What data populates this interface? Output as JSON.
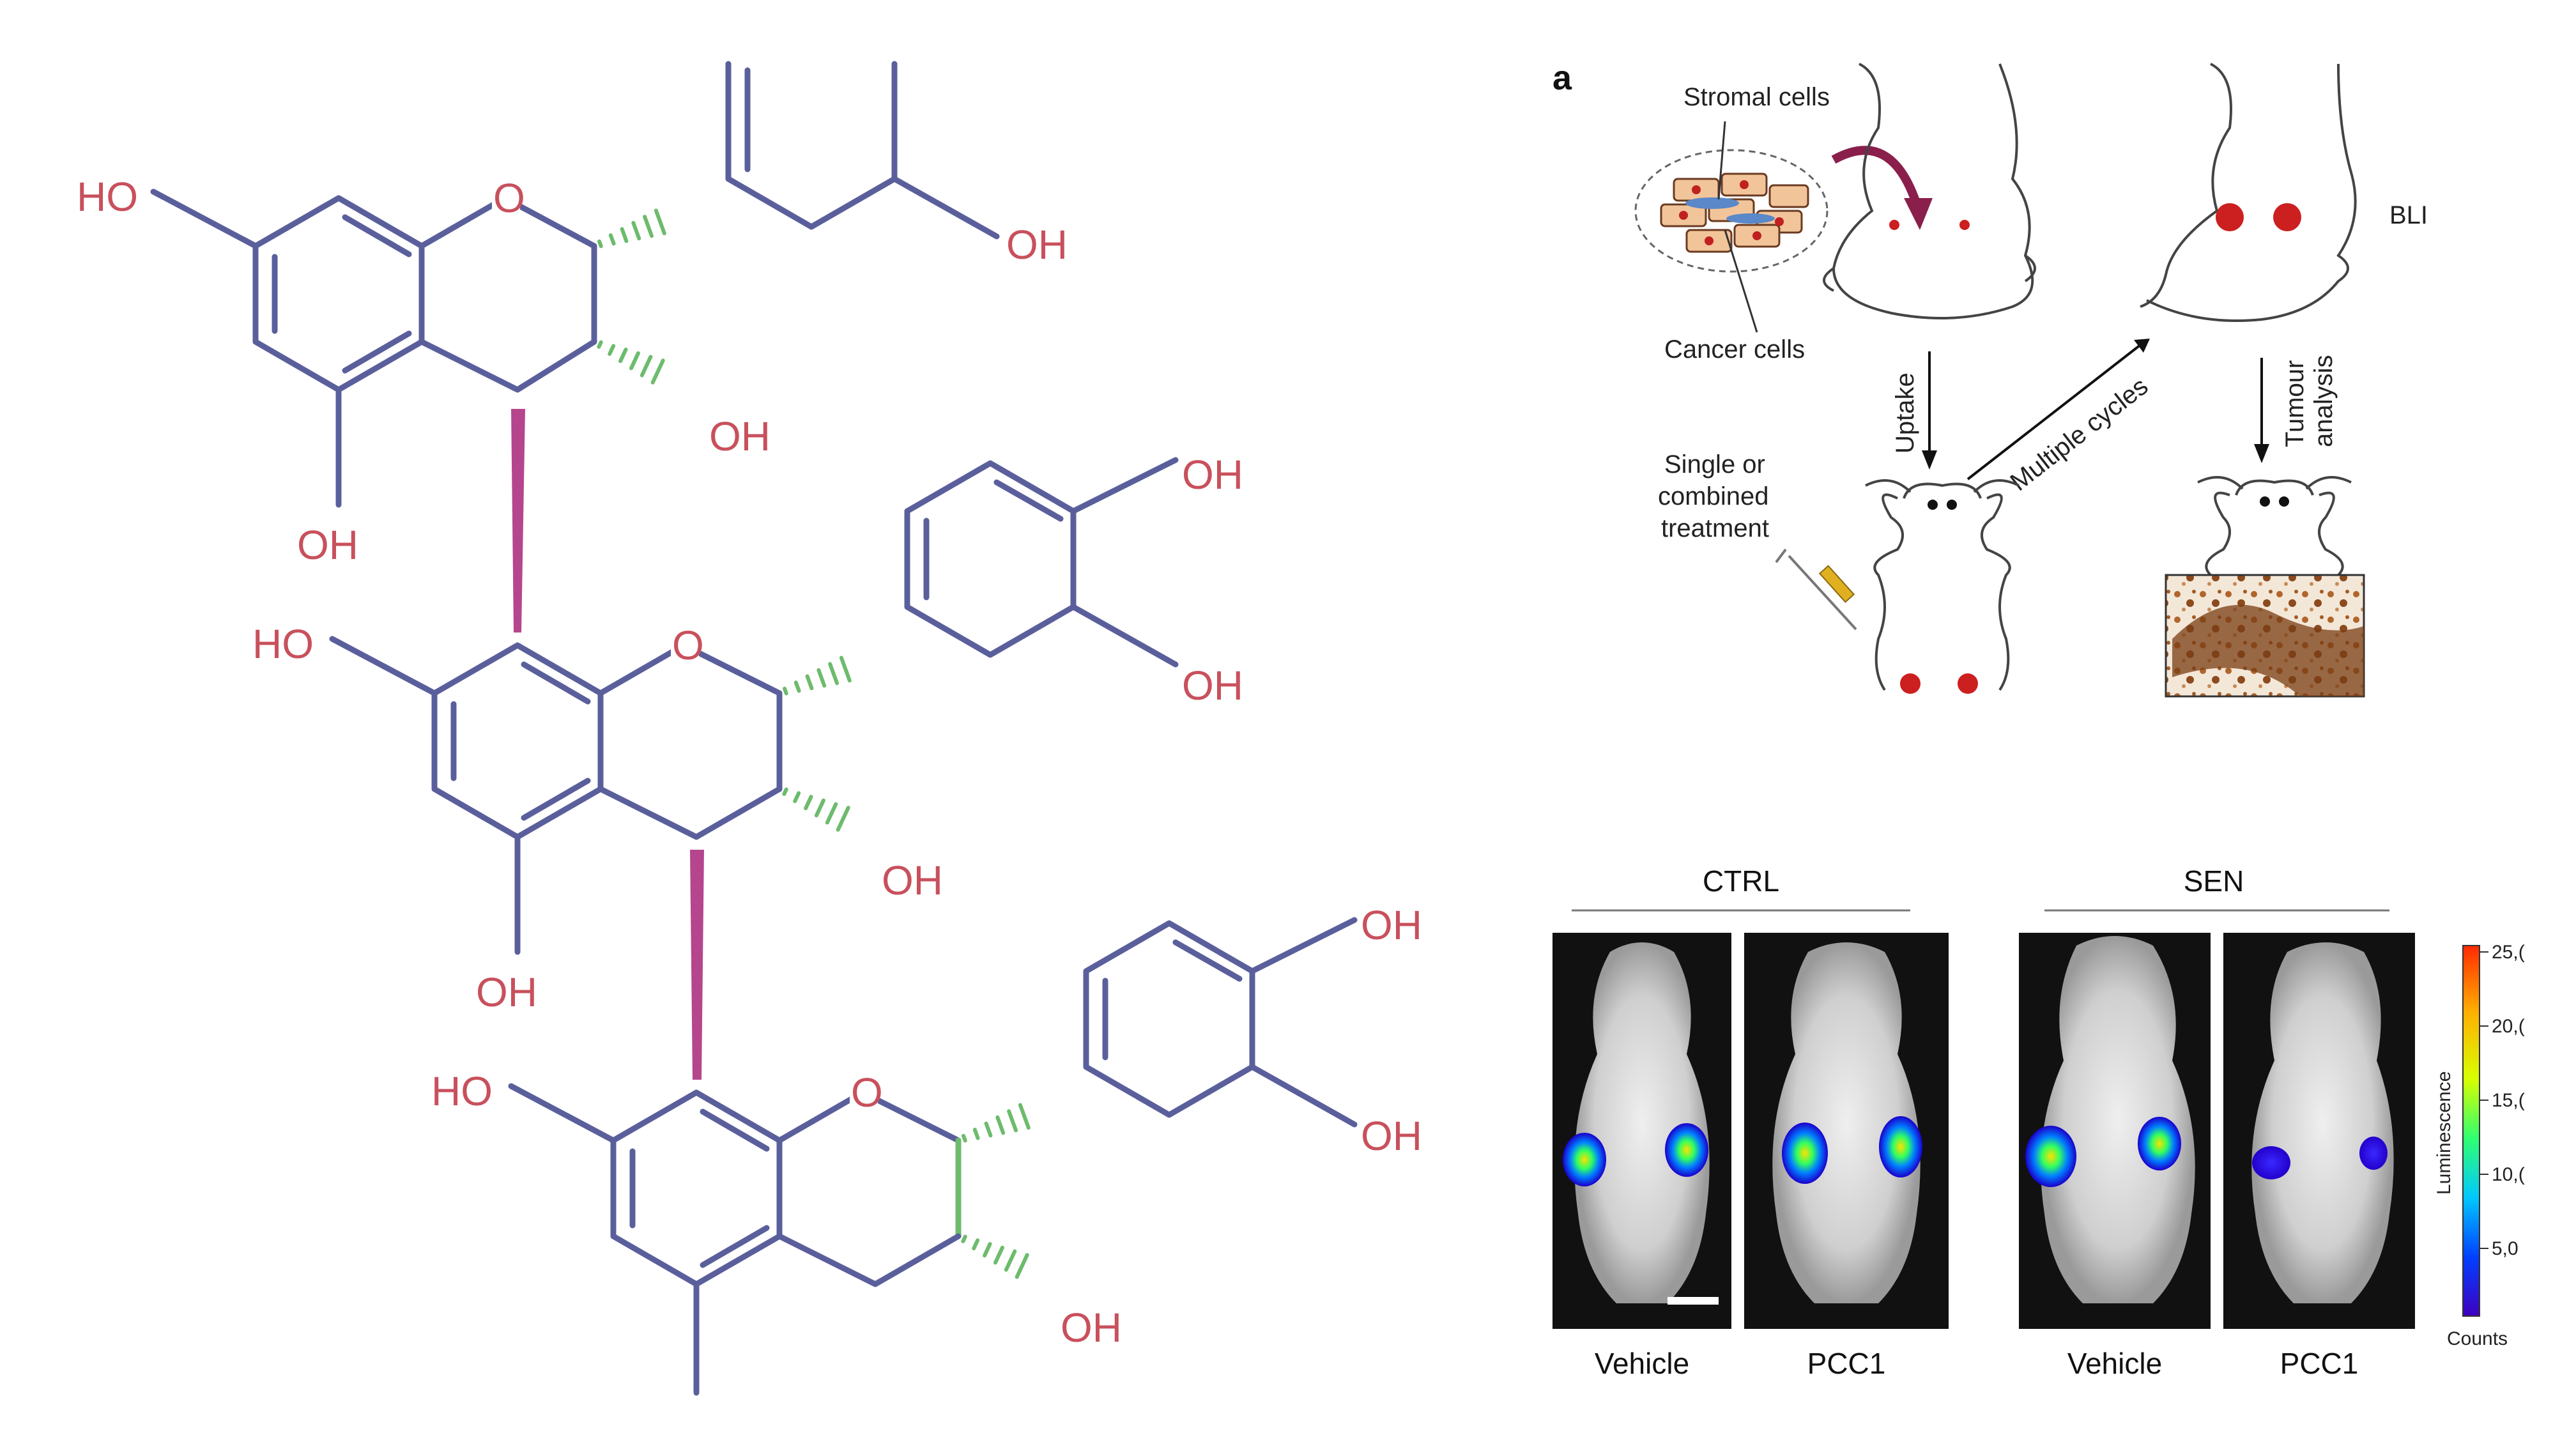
{
  "structure": {
    "atom_labels": {
      "hydroxyl": "HO",
      "hydroxyl_right": "OH",
      "ring_oxygen": "O"
    }
  },
  "panel_a": {
    "letter": "a",
    "labels": {
      "stromal": "Stromal cells",
      "cancer": "Cancer cells",
      "uptake": "Uptake",
      "multiple": "Multiple cycles",
      "tumour_line1": "Tumour",
      "tumour_line2": "analysis",
      "treatment_line1": "Single or",
      "treatment_line2": "combined",
      "treatment_line3": "treatment",
      "bli": "BLI"
    }
  },
  "panel_b": {
    "groups": [
      {
        "label": "CTRL",
        "columns": [
          "Vehicle",
          "PCC1"
        ]
      },
      {
        "label": "SEN",
        "columns": [
          "Vehicle",
          "PCC1"
        ]
      }
    ],
    "colorbar": {
      "title": "Luminescence",
      "unit": "Counts",
      "ticks": [
        "25,(",
        "20,(",
        "15,(",
        "10,(",
        "5,0"
      ]
    }
  },
  "colors": {
    "bond": "#5a5f9c",
    "atom": "#c8505c",
    "wedge": "#b5468d",
    "hash": "#6dbb6d",
    "tumour_dot": "#cc1f1f",
    "arrow": "#8a1f4c",
    "colorbar": [
      "#ff2a00",
      "#ffb000",
      "#d8ff00",
      "#30ff70",
      "#00c8ff",
      "#0040ff",
      "#4000c0"
    ]
  }
}
